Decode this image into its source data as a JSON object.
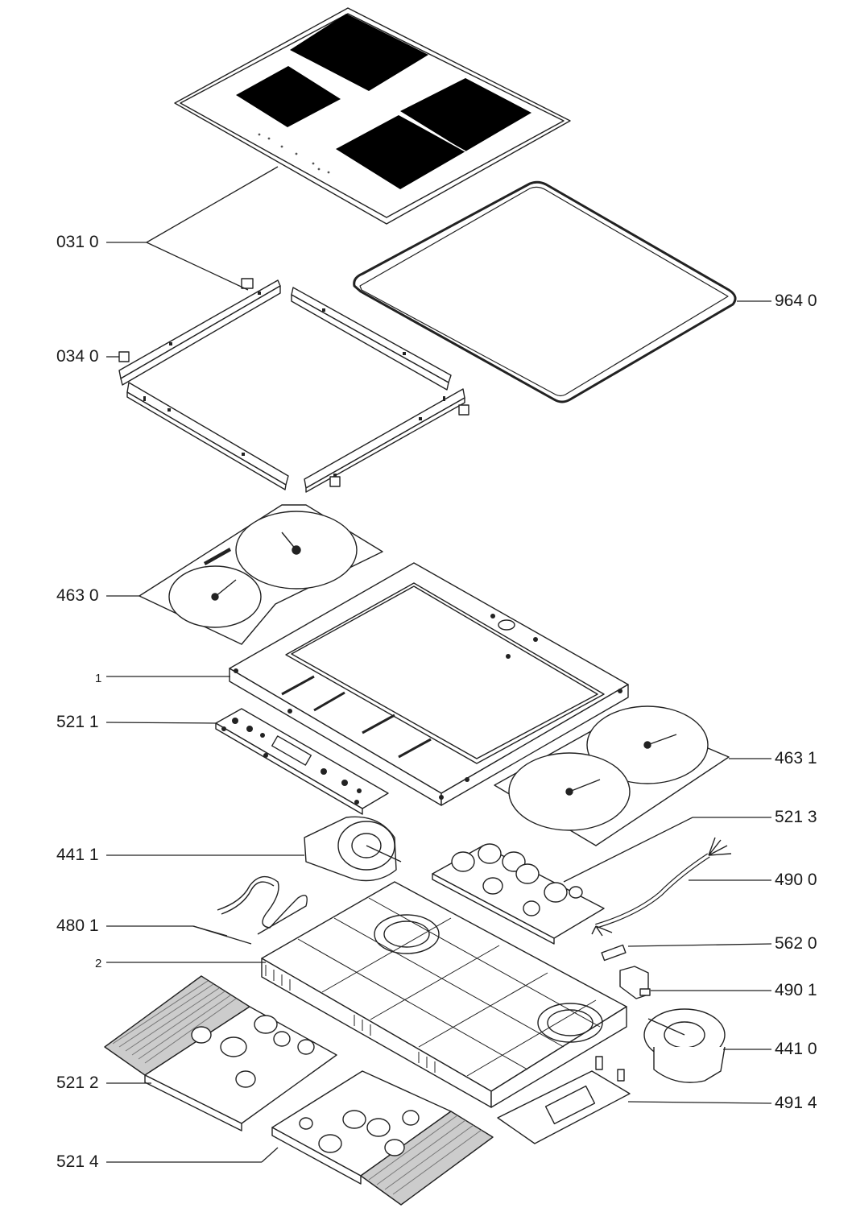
{
  "callouts": [
    {
      "id": "c0310",
      "text": "031 0"
    },
    {
      "id": "c0340",
      "text": "034 0"
    },
    {
      "id": "c9640",
      "text": "964 0"
    },
    {
      "id": "c4630",
      "text": "463 0"
    },
    {
      "id": "c1",
      "text": "1"
    },
    {
      "id": "c5211",
      "text": "521 1"
    },
    {
      "id": "c4631",
      "text": "463 1"
    },
    {
      "id": "c5213",
      "text": "521 3"
    },
    {
      "id": "c4411",
      "text": "441 1"
    },
    {
      "id": "c4900",
      "text": "490 0"
    },
    {
      "id": "c4801",
      "text": "480 1"
    },
    {
      "id": "c5620",
      "text": "562 0"
    },
    {
      "id": "c2",
      "text": "2"
    },
    {
      "id": "c4901",
      "text": "490 1"
    },
    {
      "id": "c4410",
      "text": "441 0"
    },
    {
      "id": "c5212",
      "text": "521 2"
    },
    {
      "id": "c4914",
      "text": "491 4"
    },
    {
      "id": "c5214",
      "text": "521 4"
    }
  ],
  "colors": {
    "line": "#222222",
    "fill": "#ffffff",
    "zone": "#000000",
    "grey": "#9a9a9a"
  }
}
